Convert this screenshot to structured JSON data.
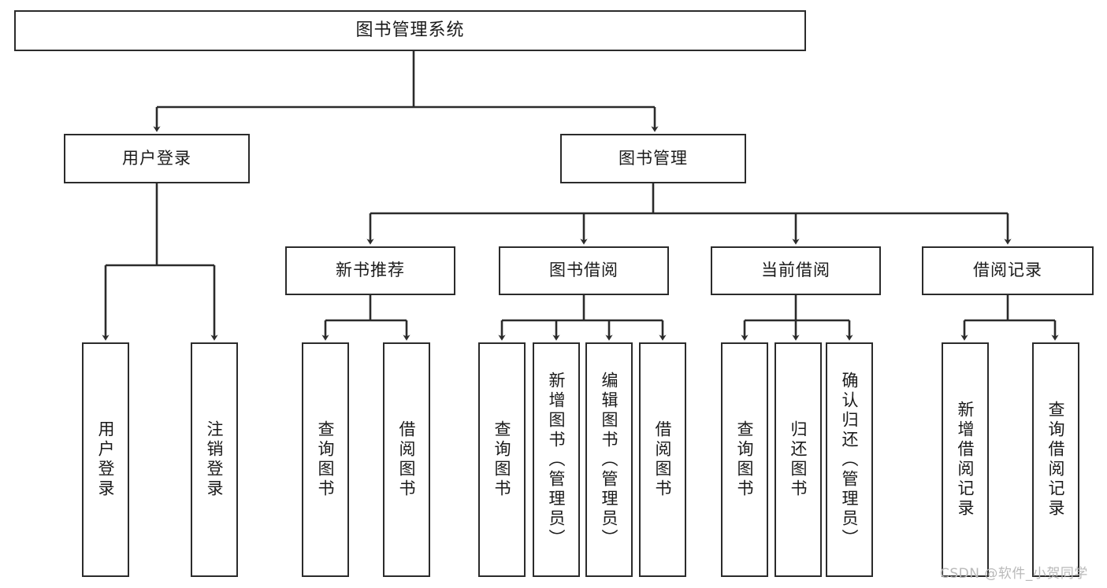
{
  "diagram": {
    "title": "图书管理系统",
    "type": "tree",
    "watermark": "CSDN @软件_小贺同学",
    "colors": {
      "stroke": "#2b2b2b",
      "fill": "#ffffff",
      "text": "#1a1a1a",
      "watermark": "#b9b9b9"
    },
    "levels": {
      "root": {
        "label": "图书管理系统"
      },
      "level1": [
        {
          "label": "用户登录"
        },
        {
          "label": "图书管理"
        }
      ],
      "level2": [
        {
          "label": "新书推荐"
        },
        {
          "label": "图书借阅"
        },
        {
          "label": "当前借阅"
        },
        {
          "label": "借阅记录"
        }
      ],
      "leaves": {
        "user_login": [
          {
            "label": "用户登录"
          },
          {
            "label": "注销登录"
          }
        ],
        "new_book": [
          {
            "label": "查询图书"
          },
          {
            "label": "借阅图书"
          }
        ],
        "borrow": [
          {
            "label": "查询图书"
          },
          {
            "label": "新增图书（管理员）"
          },
          {
            "label": "编辑图书（管理员）"
          },
          {
            "label": "借阅图书"
          }
        ],
        "current": [
          {
            "label": "查询图书"
          },
          {
            "label": "归还图书"
          },
          {
            "label": "确认归还（管理员）"
          }
        ],
        "records": [
          {
            "label": "新增借阅记录"
          },
          {
            "label": "查询借阅记录"
          }
        ]
      }
    }
  }
}
